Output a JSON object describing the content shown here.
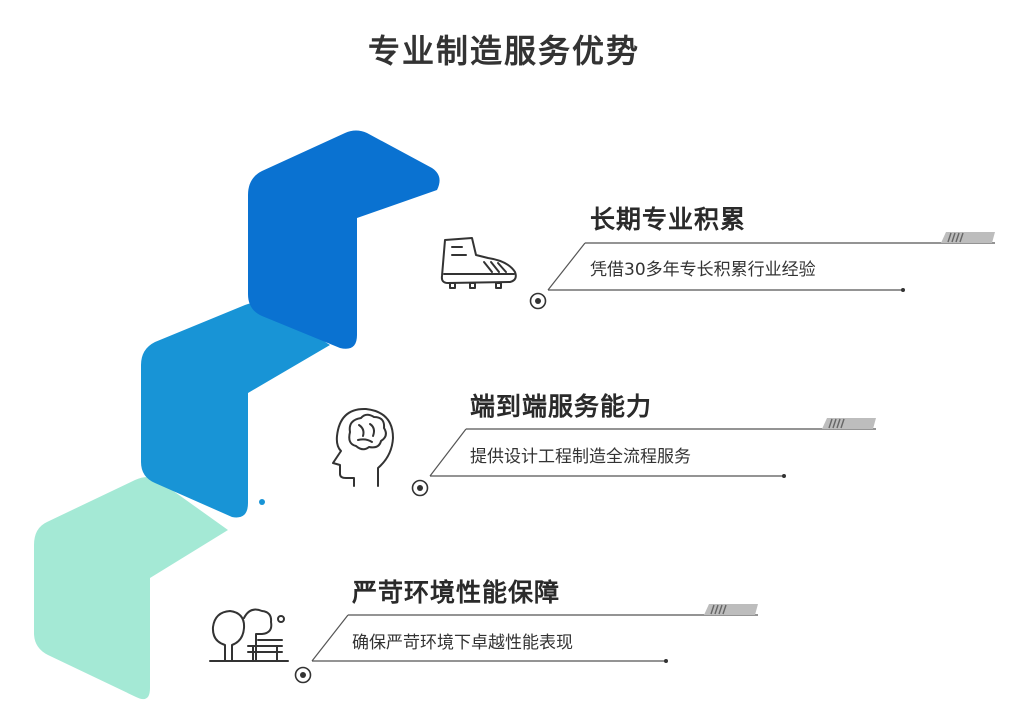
{
  "page": {
    "title": "专业制造服务优势"
  },
  "features": [
    {
      "title": "长期专业积累",
      "description": "凭借30多年专长积累行业经验",
      "icon": "sneaker-icon"
    },
    {
      "title": "端到端服务能力",
      "description": "提供设计工程制造全流程服务",
      "icon": "brain-head-icon"
    },
    {
      "title": "严苛环境性能保障",
      "description": "确保严苛环境下卓越性能表现",
      "icon": "trees-bench-icon"
    }
  ],
  "colors": {
    "step_top": "#0a72d1",
    "step_middle": "#1894d6",
    "step_bottom": "#a4e9d5",
    "line": "#555555",
    "stripe": "#bdbdbd"
  }
}
